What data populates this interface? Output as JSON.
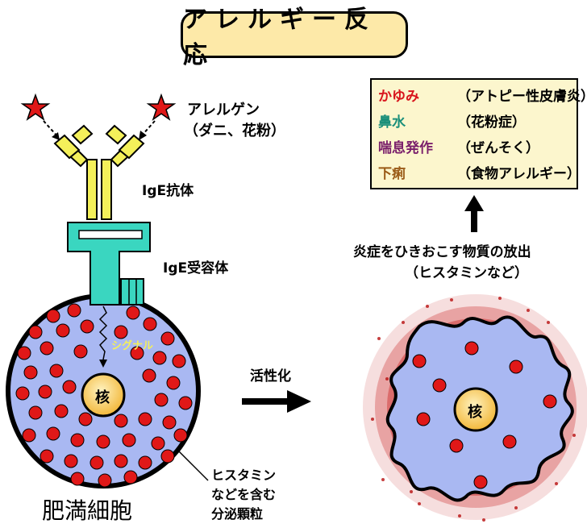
{
  "title": "アレルギー反応",
  "labels": {
    "allergen": "アレルゲン",
    "allergen_examples": "（ダニ、花粉）",
    "ige_antibody": "IgE抗体",
    "ige_receptor": "IgE受容体",
    "signal": "シグナル",
    "nucleus_left": "核",
    "nucleus_right": "核",
    "mast_cell": "肥満細胞",
    "granules_line1": "ヒスタミン",
    "granules_line2": "などを含む",
    "granules_line3": "分泌顆粒",
    "activation": "活性化",
    "release_line1": "炎症をひきおこす物質の放出",
    "release_line2": "（ヒスタミンなど）"
  },
  "symptoms": [
    {
      "name": "かゆみ",
      "desc": "（アトピー性皮膚炎）",
      "color": "#d8141c"
    },
    {
      "name": "鼻水",
      "desc": "（花粉症）",
      "color": "#1a8f7a"
    },
    {
      "name": "喘息発作",
      "desc": "（ぜんそく）",
      "color": "#7a1f6b"
    },
    {
      "name": "下痢",
      "desc": "（食物アレルギー）",
      "color": "#9a5a16"
    }
  ],
  "colors": {
    "cell_fill": "#a9b8f2",
    "granule": "#e01818",
    "antibody": "#f4f05a",
    "receptor": "#3ad6c0",
    "nucleus_outer": "#f5c64a",
    "nucleus_inner": "#fbe49a",
    "title_bg": "#fde9a8",
    "symptom_bg": "#fcf6cd",
    "allergen_star": "#e01818"
  },
  "icons": {
    "allergen": "red-star-icon",
    "arrow": "right-arrow-icon"
  }
}
